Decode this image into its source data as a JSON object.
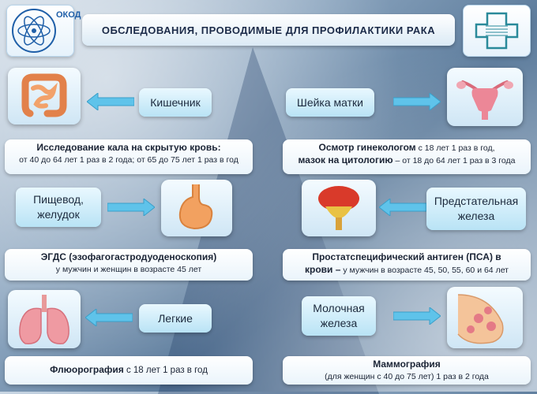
{
  "header": {
    "title": "ОБСЛЕДОВАНИЯ,  ПРОВОДИМЫЕ  ДЛЯ  ПРОФИЛАКТИКИ  РАКА",
    "logo_left_text": "ОКОД"
  },
  "sections": [
    {
      "organ": "Кишечник",
      "exam_title": "Исследование кала на скрытую кровь",
      "exam_suffix": ":",
      "exam_detail": "от 40 до 64 лет  1 раз в 2 года; от 65 до 75 лет  1 раз в год",
      "icon": "intestine-icon"
    },
    {
      "organ": "Шейка матки",
      "exam_title_1": "Осмотр гинекологом",
      "exam_detail_1": " с 18 лет  1 раз в год,",
      "exam_title_2": "мазок на цитологию",
      "exam_detail_2": " – от 18 до 64 лет  1 раз в 3 года",
      "icon": "uterus-icon"
    },
    {
      "organ_line1": "Пищевод,",
      "organ_line2": "желудок",
      "exam_title": "ЭГДС (эзофагогастродуоденоскопия)",
      "exam_detail": "у мужчин  и  женщин  в  возрасте 45 лет",
      "icon": "stomach-icon"
    },
    {
      "organ_line1": "Предстательная",
      "organ_line2": "железа",
      "exam_title_1": "Простатспецифический антиген (ПСА) в",
      "exam_title_2": "крови –",
      "exam_detail": "  у мужчин  в возрасте 45, 50, 55, 60 и 64 лет",
      "icon": "prostate-icon"
    },
    {
      "organ": "Легкие",
      "exam_title": "Флюорография",
      "exam_detail": " с 18 лет  1 раз в год",
      "icon": "lungs-icon"
    },
    {
      "organ_line1": "Молочная",
      "organ_line2": "железа",
      "exam_title": "Маммография",
      "exam_detail": "(для женщин  с 40 до 75 лет)  1 раз в 2 года",
      "icon": "breast-icon"
    }
  ],
  "colors": {
    "arrow": "#5fc3ea",
    "label_bg": "#c9ebf8",
    "title_text": "#1b2a48"
  }
}
